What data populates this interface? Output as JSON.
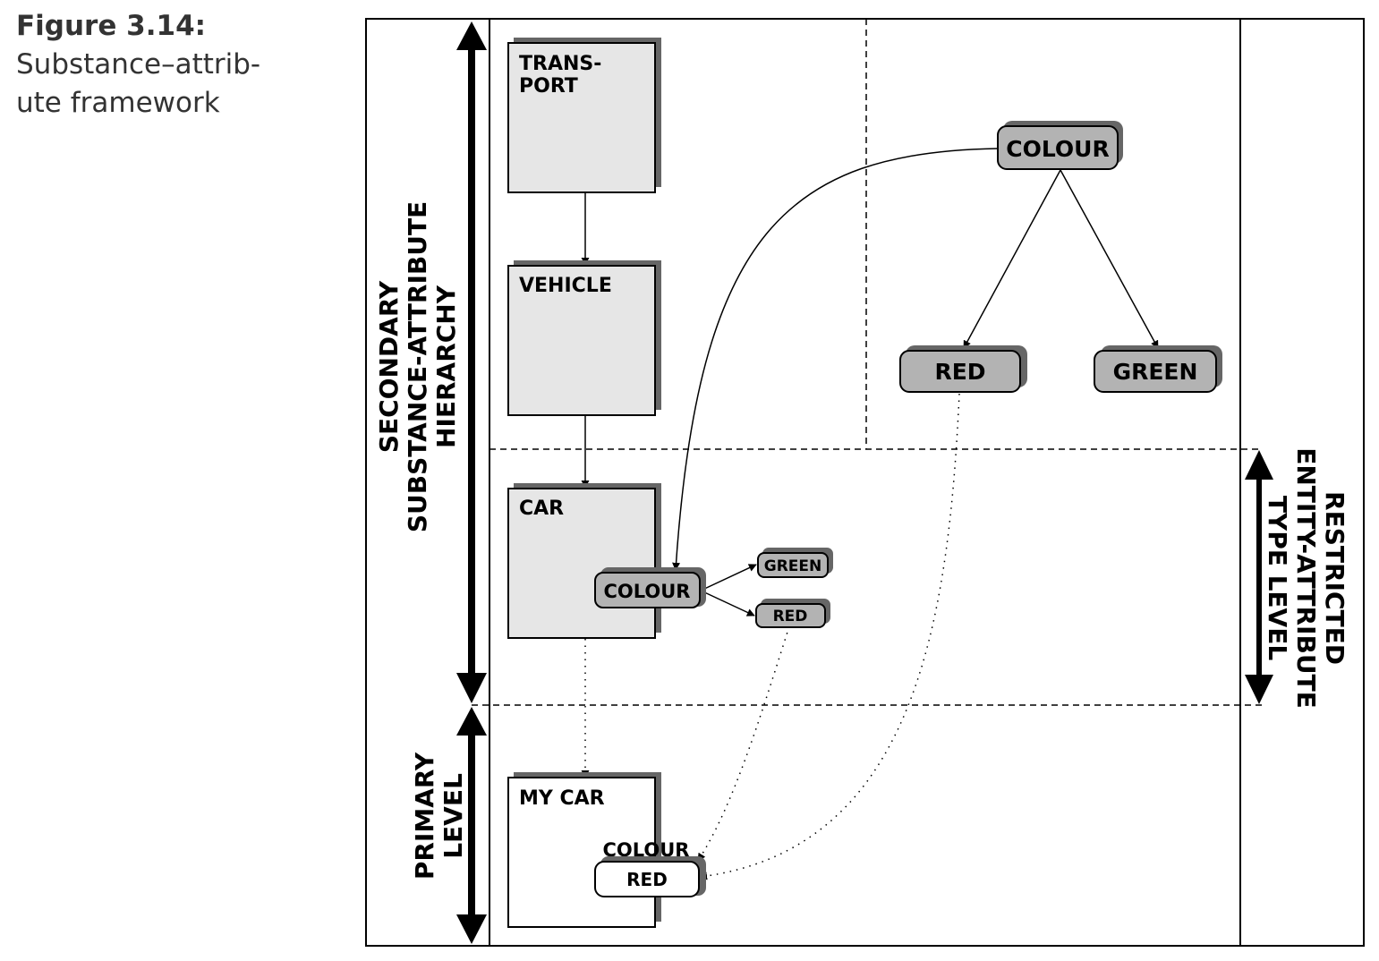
{
  "caption": {
    "number": "Figure 3.14:",
    "title_line1": "Substance–attrib-",
    "title_line2": "ute framework"
  },
  "axes": {
    "secondary": [
      "SECONDARY",
      "SUBSTANCE-ATTRIBUTE",
      "HIERARCHY"
    ],
    "primary": [
      "PRIMARY",
      "LEVEL"
    ],
    "restricted": [
      "RESTRICTED",
      "ENTITY-ATTRIBUTE",
      "TYPE LEVEL"
    ]
  },
  "nodes": {
    "transport": [
      "TRANS-",
      "PORT"
    ],
    "vehicle": "VEHICLE",
    "car": "CAR",
    "my_car": "MY CAR",
    "car_colour": "COLOUR",
    "car_green": "GREEN",
    "car_red": "RED",
    "my_car_colour": "COLOUR",
    "my_car_red": "RED",
    "colour": "COLOUR",
    "red": "RED",
    "green": "GREEN"
  },
  "colors": {
    "box_fill": "#e6e6e6",
    "pill_fill": "#b3b3b3",
    "shadow": "#666666",
    "stroke": "#000000"
  }
}
